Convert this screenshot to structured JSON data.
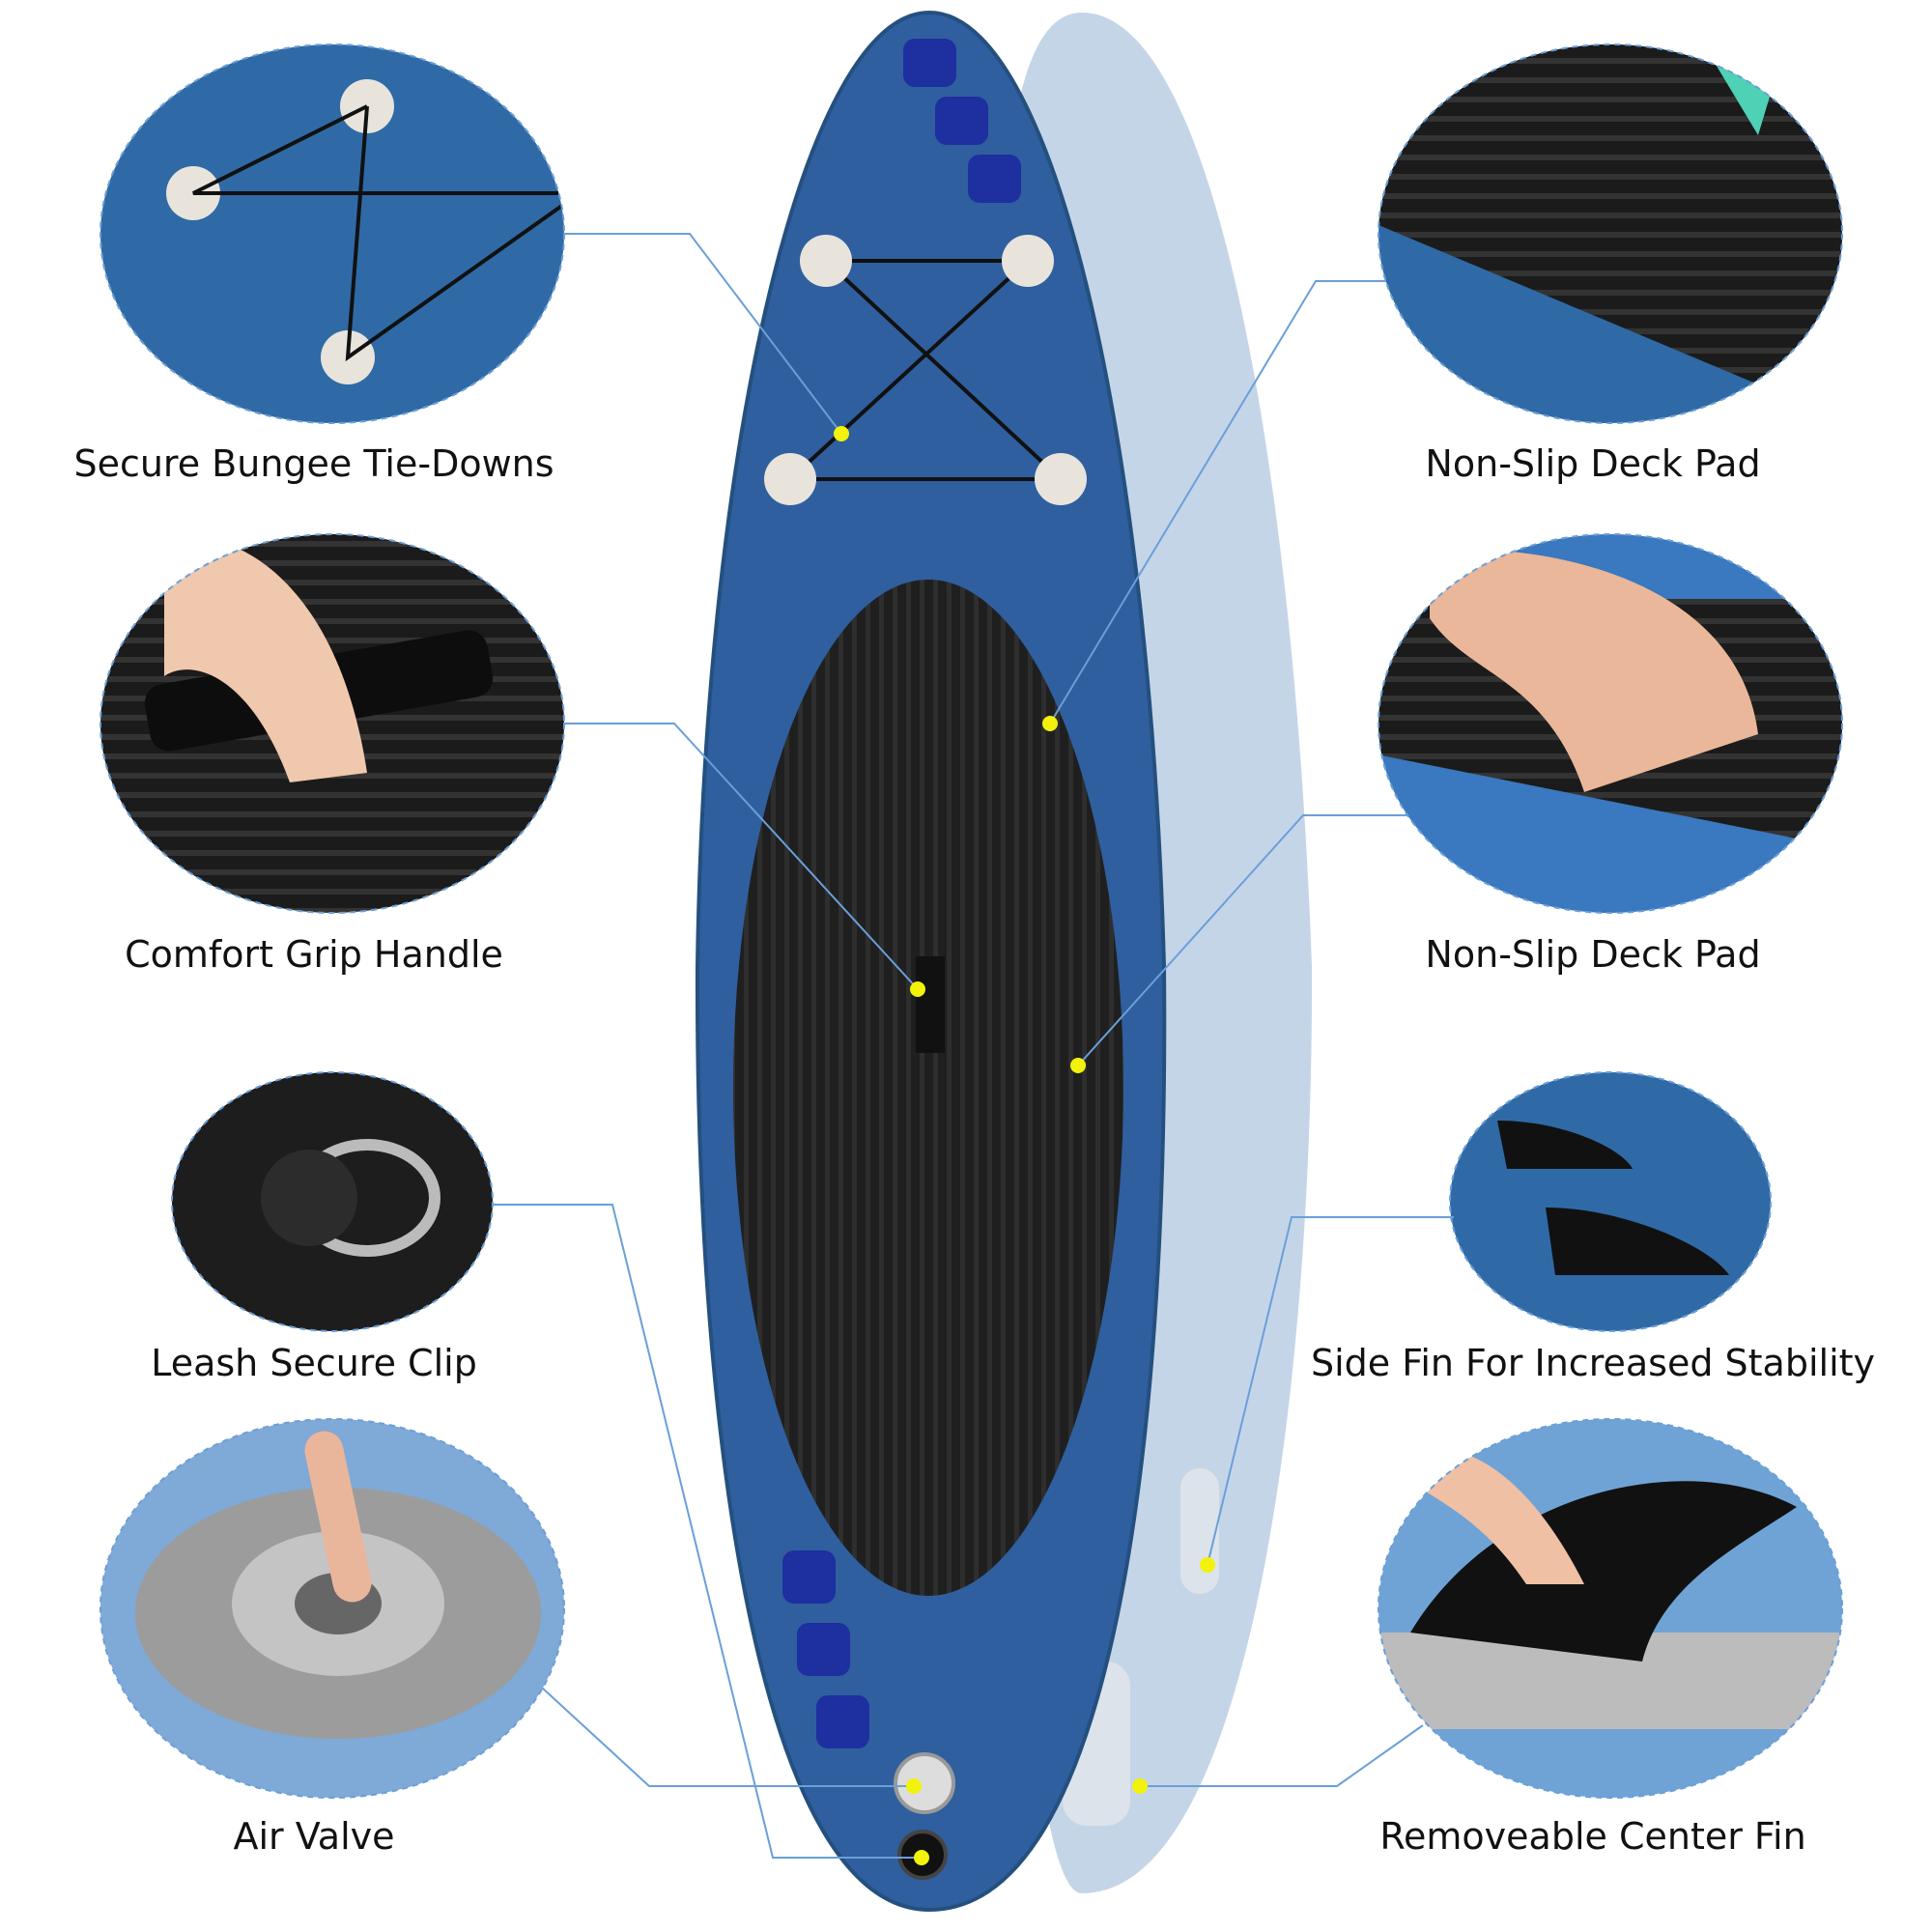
{
  "features": [
    {
      "label": "Secure Bungee Tie-Downs",
      "side": "left",
      "photo": "bungee-photo"
    },
    {
      "label": "Non-Slip Deck Pad",
      "side": "right",
      "photo": "deck-pad-photo"
    },
    {
      "label": "Comfort Grip Handle",
      "side": "left",
      "photo": "handle-photo"
    },
    {
      "label": "Non-Slip Deck Pad",
      "side": "right",
      "photo": "deck-pad-peel-photo"
    },
    {
      "label": "Leash Secure Clip",
      "side": "left",
      "photo": "d-ring-photo"
    },
    {
      "label": "Side Fin For Increased Stability",
      "side": "right",
      "photo": "side-fin-photo"
    },
    {
      "label": "Air Valve",
      "side": "left",
      "photo": "air-valve-photo"
    },
    {
      "label": "Removeable Center Fin",
      "side": "right",
      "photo": "center-fin-photo"
    }
  ],
  "colors": {
    "board": "#2f5f9e",
    "board_ghost": "#c5d5e8",
    "deck_pad": "#222222",
    "callout_line": "#6a9fd8",
    "callout_dot": "#f2f20a"
  }
}
